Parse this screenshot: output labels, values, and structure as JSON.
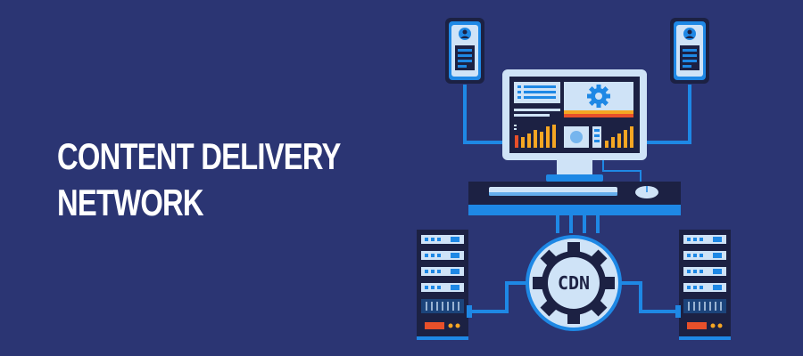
{
  "headline": {
    "line1": "CONTENT DELIVERY",
    "line2": "NETWORK"
  },
  "illustration": {
    "hub_label": "CDN",
    "icons": [
      "phone-icon",
      "phone-icon",
      "monitor-icon",
      "gear-icon",
      "server-icon",
      "server-icon",
      "mouse-icon",
      "keyboard-icon"
    ]
  },
  "colors": {
    "background": "#2b3573",
    "line_blue": "#1e88e5",
    "light_blue": "#cfe3f7",
    "dark_navy": "#1c2143",
    "accent_orange": "#f5a623",
    "accent_red": "#e8502a"
  }
}
